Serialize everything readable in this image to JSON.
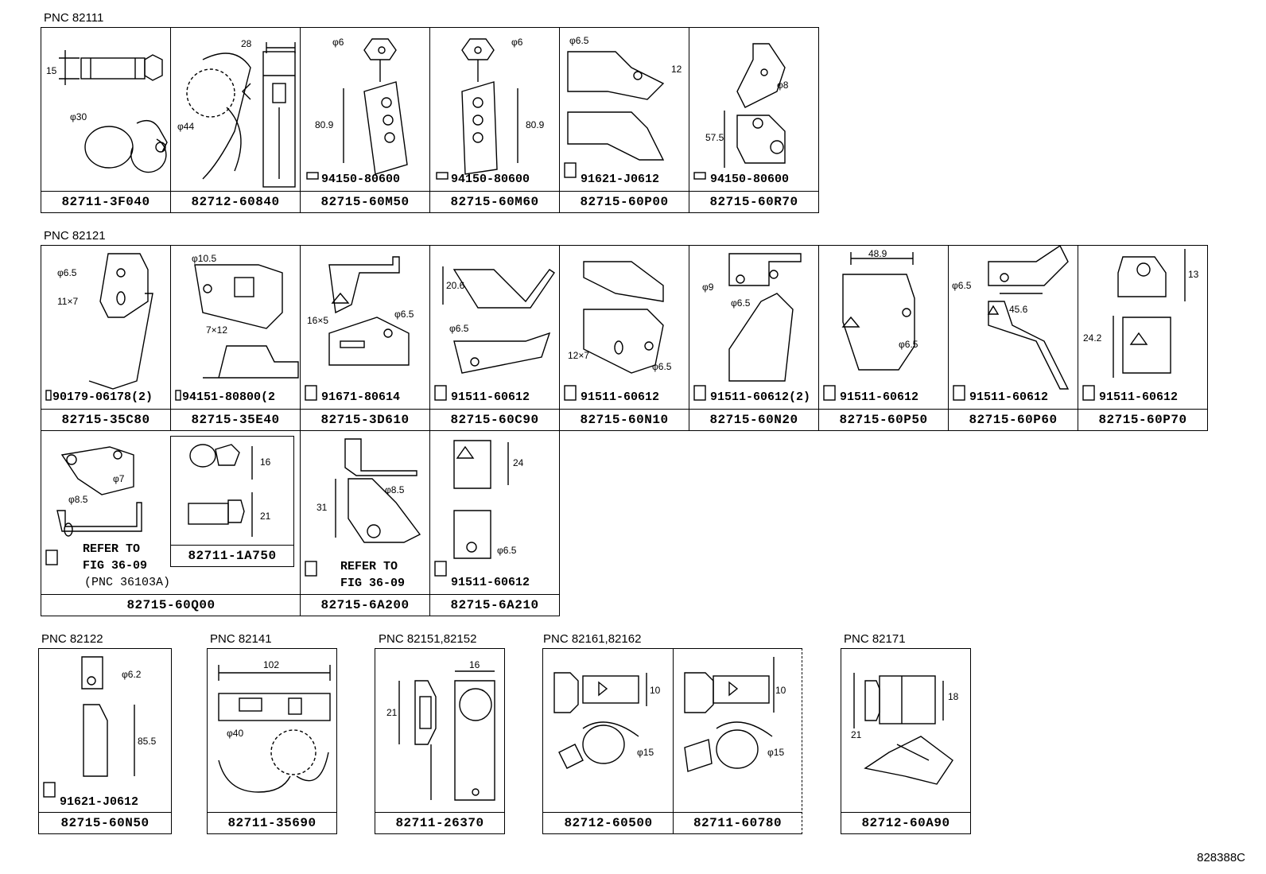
{
  "groups": {
    "g1": "PNC 82111",
    "g2": "PNC 82121",
    "g3": "PNC 82122",
    "g4": "PNC 82141",
    "g5": "PNC 82151,82152",
    "g6": "PNC 82161,82162",
    "g7": "PNC 82171"
  },
  "parts": {
    "p1": "82711-3F040",
    "p2": "82712-60840",
    "p3": "82715-60M50",
    "p4": "82715-60M60",
    "p5": "82715-60P00",
    "p6": "82715-60R70",
    "p7": "82715-35C80",
    "p8": "82715-35E40",
    "p9": "82715-3D610",
    "p10": "82715-60C90",
    "p11": "82715-60N10",
    "p12": "82715-60N20",
    "p13": "82715-60P50",
    "p14": "82715-60P60",
    "p15": "82715-60P70",
    "p16": "82715-60Q00",
    "p17": "82711-1A750",
    "p18": "82715-6A200",
    "p19": "82715-6A210",
    "p20": "82715-60N50",
    "p21": "82711-35690",
    "p22": "82711-26370",
    "p23": "82712-60500",
    "p24": "82711-60780",
    "p25": "82712-60A90"
  },
  "hardware": {
    "h3": "94150-80600",
    "h4": "94150-80600",
    "h5": "91621-J0612",
    "h6": "94150-80600",
    "h7": "90179-06178(2)",
    "h8": "94151-80800(2",
    "h9": "91671-80614",
    "h10": "91511-60612",
    "h11": "91511-60612",
    "h12": "91511-60612(2)",
    "h13": "91511-60612",
    "h14": "91511-60612",
    "h15": "91511-60612",
    "h19": "91511-60612",
    "h20": "91621-J0612"
  },
  "refs": {
    "r16a": "REFER TO",
    "r16b": "FIG 36-09",
    "r16c": "(PNC 36103A)",
    "r18a": "REFER TO",
    "r18b": "FIG 36-09"
  },
  "dims": {
    "d1a": "15",
    "d1b": "φ30",
    "d2a": "28",
    "d2b": "φ44",
    "d3a": "φ6",
    "d3b": "80.9",
    "d4a": "φ6",
    "d4b": "80.9",
    "d5a": "φ6.5",
    "d5b": "12",
    "d6a": "φ8",
    "d6b": "57.5",
    "d7a": "φ6.5",
    "d7b": "11×7",
    "d8a": "φ10.5",
    "d8b": "7×12",
    "d9a": "16×5",
    "d9b": "φ6.5",
    "d10a": "20.6",
    "d10b": "φ6.5",
    "d11a": "12×7",
    "d11b": "φ6.5",
    "d12a": "φ9",
    "d12b": "φ6.5",
    "d13a": "48.9",
    "d13b": "φ6.5",
    "d14a": "φ6.5",
    "d14b": "45.6",
    "d15a": "13",
    "d15b": "24.2",
    "d16a": "φ7",
    "d16b": "φ8.5",
    "d17a": "16",
    "d17b": "21",
    "d18a": "31",
    "d18b": "φ8.5",
    "d19a": "24",
    "d19b": "φ6.5",
    "d20a": "φ6.2",
    "d20b": "85.5",
    "d21a": "102",
    "d21b": "φ40",
    "d22a": "21",
    "d22b": "16",
    "d23a": "10",
    "d23b": "φ15",
    "d24a": "10",
    "d24b": "φ15",
    "d25a": "18",
    "d25b": "21"
  },
  "illustration_code": "828388C"
}
